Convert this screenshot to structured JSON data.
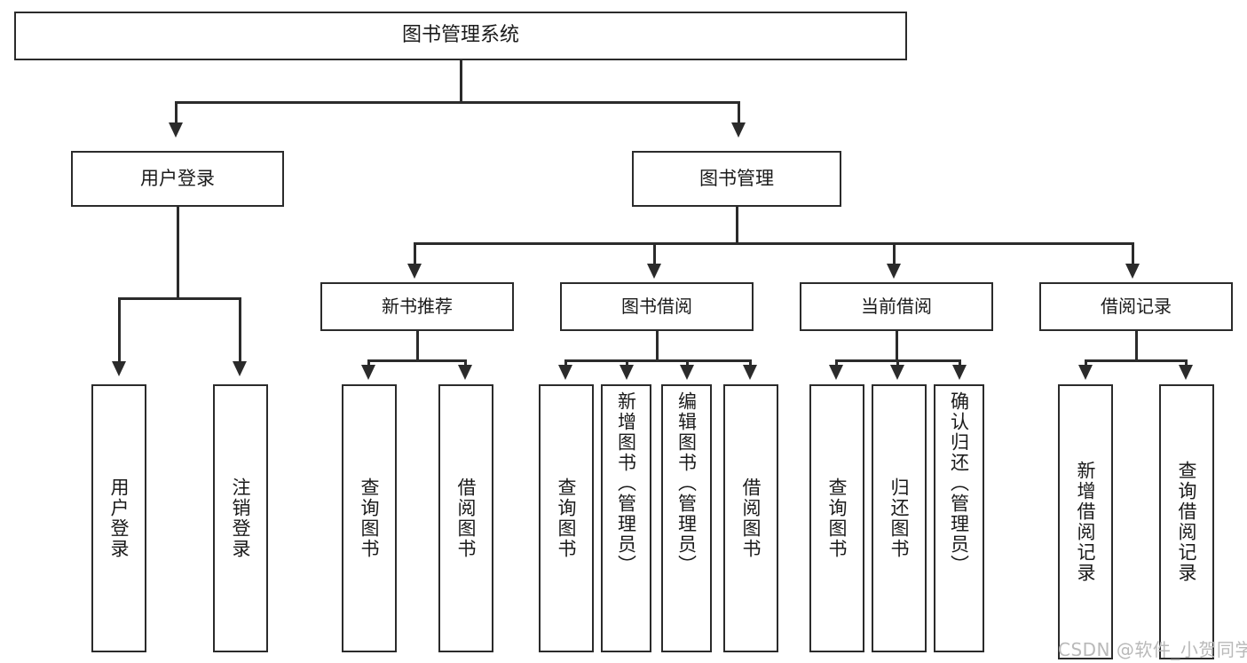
{
  "diagram": {
    "title": "图书管理系统",
    "type": "tree",
    "watermark": "CSDN @软件_小贺同学",
    "colors": {
      "stroke": "#2b2b2b",
      "fill": "#ffffff",
      "text": "#1a1a1a",
      "watermark": "#b9b9b9"
    },
    "root": {
      "label": "图书管理系统"
    },
    "level1": [
      {
        "label": "用户登录"
      },
      {
        "label": "图书管理"
      }
    ],
    "level2": [
      {
        "label": "新书推荐"
      },
      {
        "label": "图书借阅"
      },
      {
        "label": "当前借阅"
      },
      {
        "label": "借阅记录"
      }
    ],
    "leaves": {
      "user_login": [
        {
          "label": "用户登录"
        },
        {
          "label": "注销登录"
        }
      ],
      "new_book": [
        {
          "label": "查询图书"
        },
        {
          "label": "借阅图书"
        }
      ],
      "borrow_book": [
        {
          "label": "查询图书"
        },
        {
          "label": "新增图书（管理员）"
        },
        {
          "label": "编辑图书（管理员）"
        },
        {
          "label": "借阅图书"
        }
      ],
      "current_borrow": [
        {
          "label": "查询图书"
        },
        {
          "label": "归还图书"
        },
        {
          "label": "确认归还（管理员）"
        }
      ],
      "borrow_record": [
        {
          "label": "新增借阅记录"
        },
        {
          "label": "查询借阅记录"
        }
      ]
    }
  }
}
